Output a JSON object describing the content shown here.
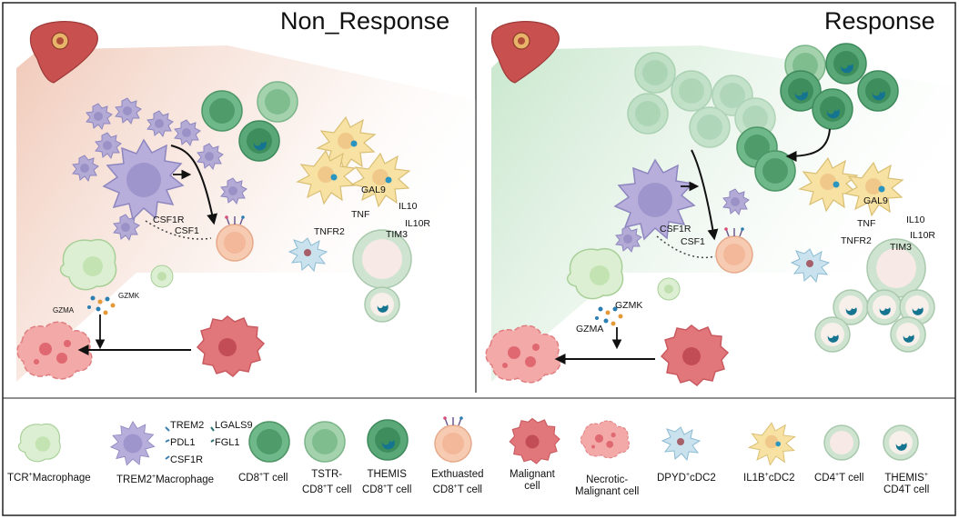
{
  "panels": {
    "left_title": "Non_Response",
    "right_title": "Response"
  },
  "left_labels": {
    "csf1r": "CSF1R",
    "csf1": "CSF1",
    "gzmk": "GZMK",
    "gzma": "GZMA",
    "gal9": "GAL9",
    "il10": "IL10",
    "tnf": "TNF",
    "il10r": "IL10R",
    "tnfr2": "TNFR2",
    "tim3": "TIM3"
  },
  "right_labels": {
    "csf1r": "CSF1R",
    "csf1": "CSF1",
    "gzmk": "GZMK",
    "gzma": "GZMA",
    "gal9": "GAL9",
    "il10": "IL10",
    "tnf": "TNF",
    "il10r": "IL10R",
    "tnfr2": "TNFR2",
    "tim3": "TIM3"
  },
  "legend": {
    "receptors": [
      "TREM2",
      "PDL1",
      "CSF1R"
    ],
    "ligands": [
      "LGALS9",
      "FGL1"
    ],
    "items": [
      {
        "name": "TCR",
        "sup": "+",
        "rest": "Macrophage"
      },
      {
        "name": "TREM2",
        "sup": "+",
        "rest": "Macrophage"
      },
      {
        "line1": "CD8",
        "sup": "+",
        "line1b": "T cell"
      },
      {
        "line1": "TSTR-",
        "line2": "CD8",
        "sup": "+",
        "line2b": "T cell"
      },
      {
        "line1": "THEMIS",
        "line2": "CD8",
        "sup": "+",
        "line2b": "T cell"
      },
      {
        "line1": "Exthuasted",
        "line2": "CD8",
        "sup": "+",
        "line2b": "T cell"
      },
      {
        "line1": "Malignant",
        "line2": "cell"
      },
      {
        "line1": "Necrotic-",
        "line2": "Malignant cell"
      },
      {
        "line1": "DPYD",
        "sup": "+",
        "line1b": "cDC2"
      },
      {
        "line1": "IL1B",
        "sup": "+",
        "line1b": "cDC2"
      },
      {
        "line1": "CD4",
        "sup": "+",
        "line1b": "T cell"
      },
      {
        "line1": "THEMIS",
        "sup": "+",
        "line2": "CD4T cell"
      }
    ]
  },
  "colors": {
    "macrophage_tcr": "#dcefd2",
    "macrophage_trem2": "#b3abd6",
    "cd8": "#6fb889",
    "tstr_cd8": "#9fcfa9",
    "themis_cd8": "#5aa878",
    "exhausted": "#f7cbb1",
    "malignant": "#e2777b",
    "necrotic": "#eb8f8f",
    "dpyd_cdc2": "#c9e2ee",
    "il1b_cdc2": "#f7e2a4",
    "cd4": "#d7e8d8",
    "nucleus_blue": "#15748f",
    "liver": "#c8514f"
  }
}
